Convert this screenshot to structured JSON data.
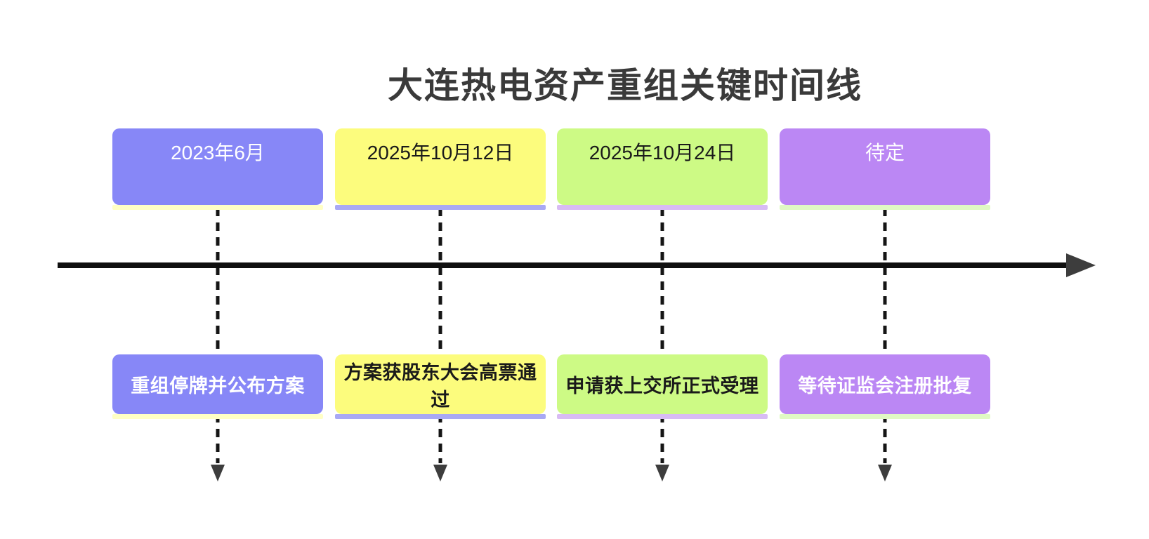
{
  "title": "大连热电资产重组关键时间线",
  "axis": {
    "line_color": "#0f0f0f",
    "arrowhead_color": "#3d3d3d",
    "dash_color": "#151515"
  },
  "milestones": [
    {
      "date": "2023年6月",
      "event": "重组停牌并公布方案",
      "box_color": "#8787f7",
      "accent_color": "#ffffc5",
      "text_color": "#ffffff"
    },
    {
      "date": "2025年10月12日",
      "event": "方案获股东大会高票通过",
      "box_color": "#fcfc7d",
      "accent_color": "#a9a9f4",
      "text_color": "#1a1a1a"
    },
    {
      "date": "2025年10月24日",
      "event": "申请获上交所正式受理",
      "box_color": "#cdfa85",
      "accent_color": "#d8bbf4",
      "text_color": "#1a1a1a"
    },
    {
      "date": "待定",
      "event": "等待证监会注册批复",
      "box_color": "#bb87f4",
      "accent_color": "#e0f9c4",
      "text_color": "#ffffff"
    }
  ]
}
